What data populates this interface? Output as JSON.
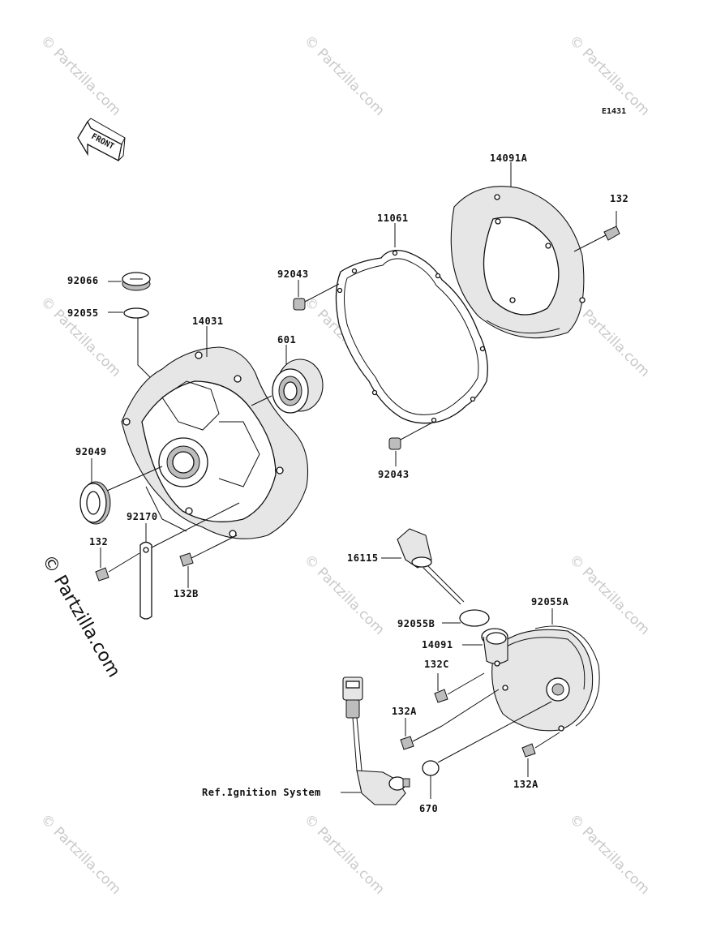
{
  "diagram_code": "E1431",
  "front_label": "FRONT",
  "watermark": "© Partzilla.com",
  "callouts": {
    "p14091A": "14091A",
    "p132_top": "132",
    "p11061": "11061",
    "p92043_top": "92043",
    "p92066": "92066",
    "p92055": "92055",
    "p14031": "14031",
    "p601": "601",
    "p92049": "92049",
    "p92043_bottom": "92043",
    "p92170": "92170",
    "p132_left": "132",
    "p132B": "132B",
    "p16115": "16115",
    "p92055A": "92055A",
    "p92055B": "92055B",
    "p14091": "14091",
    "p132C": "132C",
    "p132A_left": "132A",
    "p132A_right": "132A",
    "p670": "670",
    "ref_ignition": "Ref.Ignition System"
  }
}
